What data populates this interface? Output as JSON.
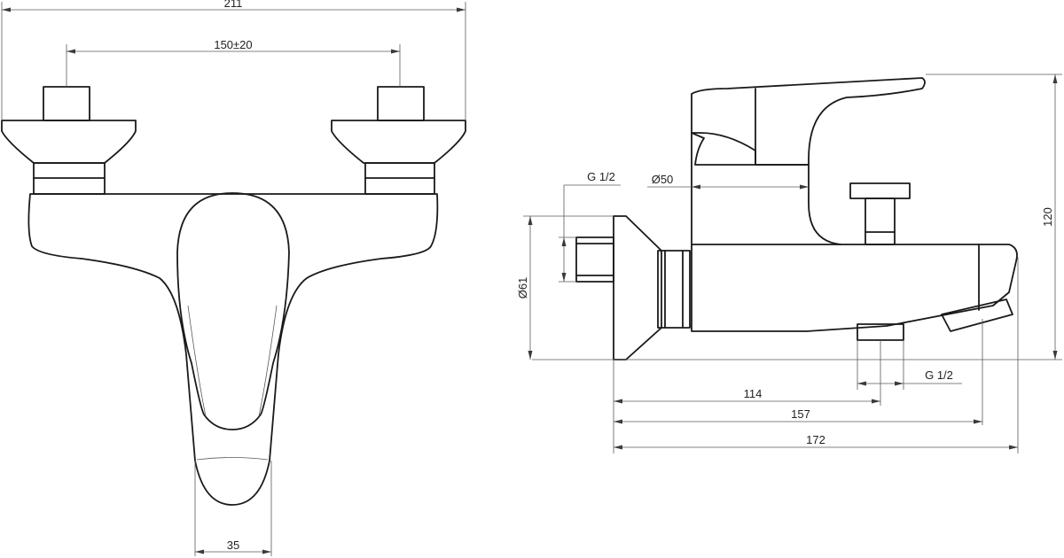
{
  "dimensions": {
    "overall_width": "211",
    "inlet_spacing": "150±20",
    "lever_width": "35",
    "outlet_thread": "G 1/2",
    "diameter_cap": "Ø50",
    "diameter_body": "Ø61",
    "height": "120",
    "depth_outlet": "114",
    "depth_spout": "157",
    "depth_total": "172",
    "diverter_thread": "G 1/2"
  }
}
